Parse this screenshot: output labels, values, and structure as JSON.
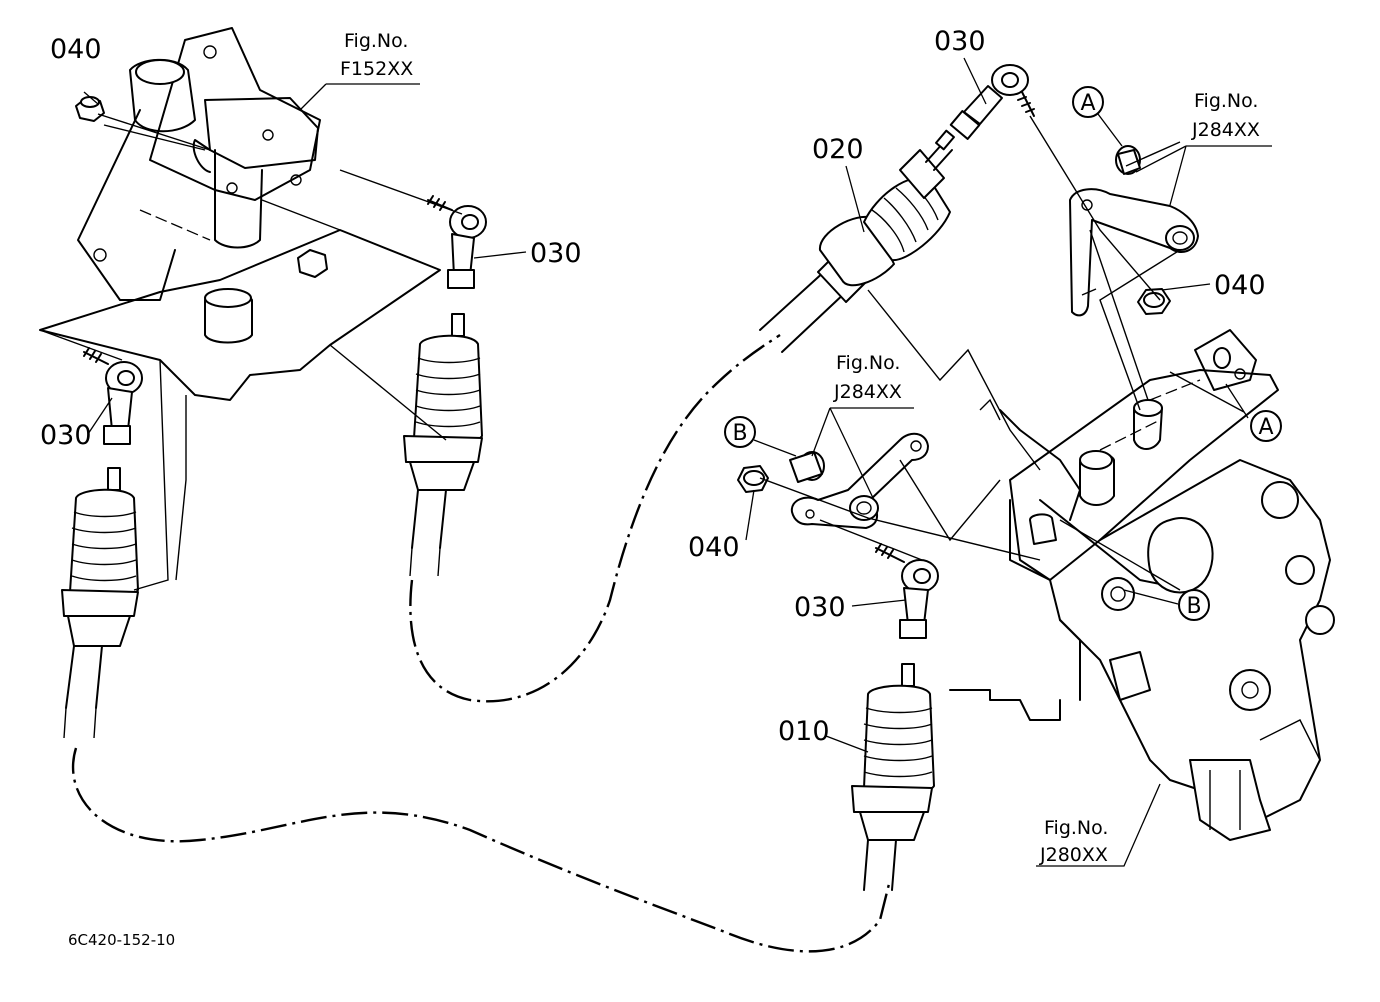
{
  "parts": {
    "p010": "010",
    "p020": "020",
    "p030_top": "030",
    "p030_midleft": "030",
    "p030_left": "030",
    "p030_right": "030",
    "p040_topleft": "040",
    "p040_right": "040",
    "p040_mid": "040"
  },
  "figure_refs": {
    "f152": {
      "line1": "Fig.No.",
      "line2": "F152XX"
    },
    "j284_top": {
      "line1": "Fig.No.",
      "line2": "J284XX"
    },
    "j284_mid": {
      "line1": "Fig.No.",
      "line2": "J284XX"
    },
    "j280": {
      "line1": "Fig.No.",
      "line2": "J280XX"
    }
  },
  "callouts": {
    "a1": "A",
    "a2": "A",
    "b1": "B",
    "b2": "B"
  },
  "drawing_code": "6C420-152-10"
}
